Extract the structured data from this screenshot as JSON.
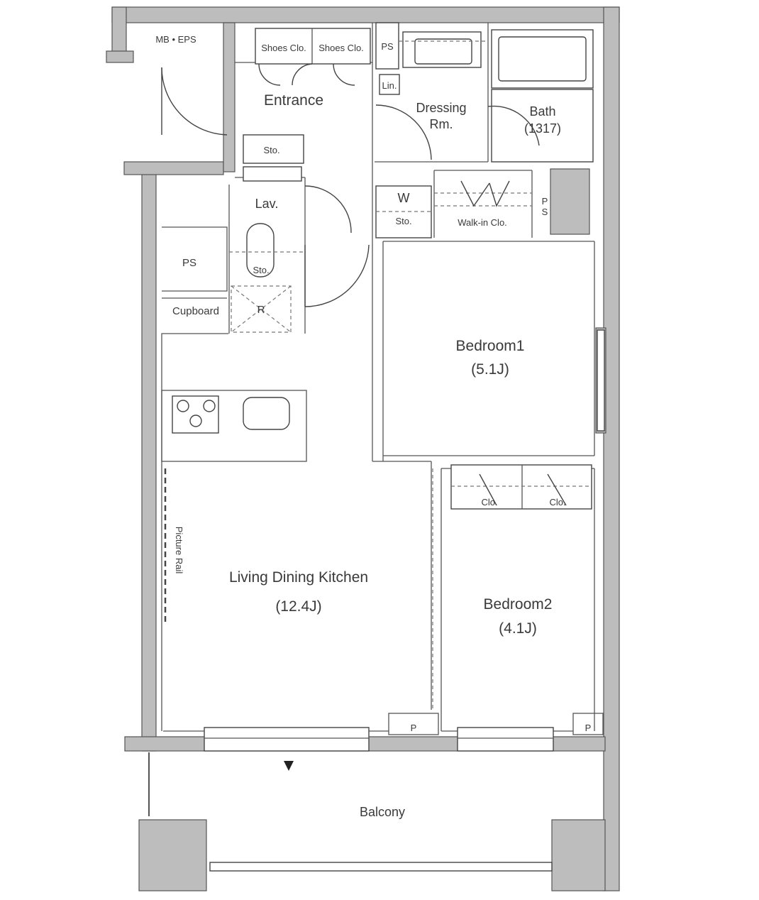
{
  "rooms": {
    "mb_eps": "MB • EPS",
    "shoes_clo_1": "Shoes Clo.",
    "shoes_clo_2": "Shoes Clo.",
    "ps_top": "PS",
    "lin": "Lin.",
    "entrance": "Entrance",
    "dressing_line1": "Dressing",
    "dressing_line2": "Rm.",
    "bath_line1": "Bath",
    "bath_line2": "(1317)",
    "sto_entrance": "Sto.",
    "lav": "Lav.",
    "w": "W",
    "sto_w": "Sto.",
    "ps_right_p": "P",
    "ps_right_s": "S",
    "walk_in_clo": "Walk-in Clo.",
    "ps_left": "PS",
    "sto_lav": "Sto.",
    "cupboard": "Cupboard",
    "r": "R",
    "bedroom1": "Bedroom1",
    "bedroom1_size": "(5.1J)",
    "clo_1": "Clo.",
    "clo_2": "Clo.",
    "picture_rail": "Picture Rail",
    "ldk": "Living Dining Kitchen",
    "ldk_size": "(12.4J)",
    "bedroom2": "Bedroom2",
    "bedroom2_size": "(4.1J)",
    "p_ldk": "P",
    "p_bed2": "P",
    "balcony": "Balcony"
  }
}
